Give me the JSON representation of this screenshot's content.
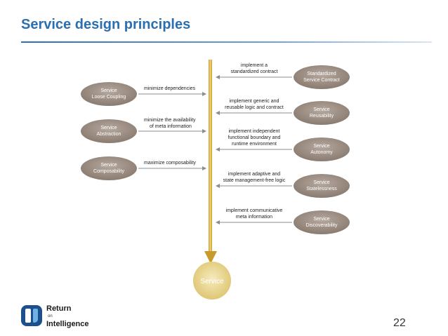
{
  "slide": {
    "title": "Service design principles",
    "page_number": "22"
  },
  "logo": {
    "line1": "Return",
    "line2": "on",
    "line3": "Intelligence"
  },
  "diagram": {
    "center_node": "Service",
    "left_nodes": [
      {
        "label1": "Service",
        "label2": "Loose Coupling",
        "edge1": "minimize dependencies",
        "edge2": ""
      },
      {
        "label1": "Service",
        "label2": "Abstraction",
        "edge1": "minimize the availability",
        "edge2": "of meta information"
      },
      {
        "label1": "Service",
        "label2": "Composability",
        "edge1": "maximize composability",
        "edge2": ""
      }
    ],
    "right_nodes": [
      {
        "label1": "Standardized",
        "label2": "Service Contract",
        "edge1": "implement a",
        "edge2": "standardized contract",
        "edge3": ""
      },
      {
        "label1": "Service",
        "label2": "Reusability",
        "edge1": "implement generic and",
        "edge2": "reusable logic and contract",
        "edge3": ""
      },
      {
        "label1": "Service",
        "label2": "Autonomy",
        "edge1": "implement independent",
        "edge2": "functional boundary and",
        "edge3": "runtime environment"
      },
      {
        "label1": "Service",
        "label2": "Statelessness",
        "edge1": "implement adaptive and",
        "edge2": "state management-free logic",
        "edge3": ""
      },
      {
        "label1": "Service",
        "label2": "Discoverability",
        "edge1": "implement communicative",
        "edge2": "meta information",
        "edge3": ""
      }
    ]
  },
  "colors": {
    "title": "#2a6fb0",
    "node_fill": "#9a8b80",
    "spine": "#d9b34a",
    "center_fill": "#ecdc9a"
  }
}
